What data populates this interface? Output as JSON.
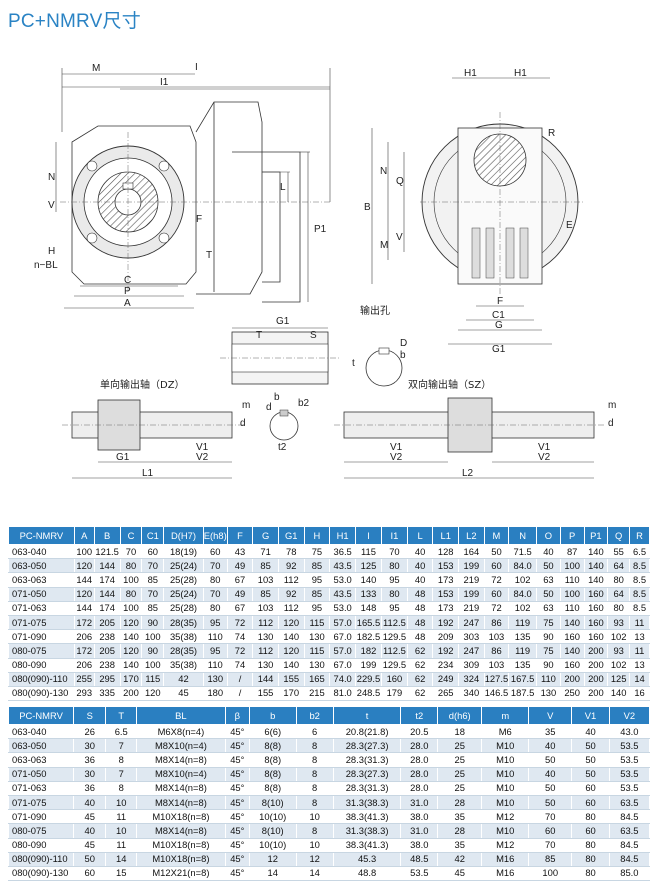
{
  "title": "PC+NMRV尺寸",
  "drawing": {
    "labels": {
      "output_hole": "输出孔",
      "single_shaft": "单向输出轴（DZ）",
      "double_shaft": "双向输出轴（SZ）"
    }
  },
  "table1": {
    "headers": [
      "PC-NMRV",
      "A",
      "B",
      "C",
      "C1",
      "D(H7)",
      "E(h8)",
      "F",
      "G",
      "G1",
      "H",
      "H1",
      "I",
      "I1",
      "L",
      "L1",
      "L2",
      "M",
      "N",
      "O",
      "P",
      "P1",
      "Q",
      "R"
    ],
    "rows": [
      [
        "063-040",
        "100",
        "121.5",
        "70",
        "60",
        "18(19)",
        "60",
        "43",
        "71",
        "78",
        "75",
        "36.5",
        "115",
        "70",
        "40",
        "128",
        "164",
        "50",
        "71.5",
        "40",
        "87",
        "140",
        "55",
        "6.5"
      ],
      [
        "063-050",
        "120",
        "144",
        "80",
        "70",
        "25(24)",
        "70",
        "49",
        "85",
        "92",
        "85",
        "43.5",
        "125",
        "80",
        "40",
        "153",
        "199",
        "60",
        "84.0",
        "50",
        "100",
        "140",
        "64",
        "8.5"
      ],
      [
        "063-063",
        "144",
        "174",
        "100",
        "85",
        "25(28)",
        "80",
        "67",
        "103",
        "112",
        "95",
        "53.0",
        "140",
        "95",
        "40",
        "173",
        "219",
        "72",
        "102",
        "63",
        "110",
        "140",
        "80",
        "8.5"
      ],
      [
        "071-050",
        "120",
        "144",
        "80",
        "70",
        "25(24)",
        "70",
        "49",
        "85",
        "92",
        "85",
        "43.5",
        "133",
        "80",
        "48",
        "153",
        "199",
        "60",
        "84.0",
        "50",
        "100",
        "160",
        "64",
        "8.5"
      ],
      [
        "071-063",
        "144",
        "174",
        "100",
        "85",
        "25(28)",
        "80",
        "67",
        "103",
        "112",
        "95",
        "53.0",
        "148",
        "95",
        "48",
        "173",
        "219",
        "72",
        "102",
        "63",
        "110",
        "160",
        "80",
        "8.5"
      ],
      [
        "071-075",
        "172",
        "205",
        "120",
        "90",
        "28(35)",
        "95",
        "72",
        "112",
        "120",
        "115",
        "57.0",
        "165.5",
        "112.5",
        "48",
        "192",
        "247",
        "86",
        "119",
        "75",
        "140",
        "160",
        "93",
        "11"
      ],
      [
        "071-090",
        "206",
        "238",
        "140",
        "100",
        "35(38)",
        "110",
        "74",
        "130",
        "140",
        "130",
        "67.0",
        "182.5",
        "129.5",
        "48",
        "209",
        "303",
        "103",
        "135",
        "90",
        "160",
        "160",
        "102",
        "13"
      ],
      [
        "080-075",
        "172",
        "205",
        "120",
        "90",
        "28(35)",
        "95",
        "72",
        "112",
        "120",
        "115",
        "57.0",
        "182",
        "112.5",
        "62",
        "192",
        "247",
        "86",
        "119",
        "75",
        "140",
        "200",
        "93",
        "11"
      ],
      [
        "080-090",
        "206",
        "238",
        "140",
        "100",
        "35(38)",
        "110",
        "74",
        "130",
        "140",
        "130",
        "67.0",
        "199",
        "129.5",
        "62",
        "234",
        "309",
        "103",
        "135",
        "90",
        "160",
        "200",
        "102",
        "13"
      ],
      [
        "080(090)-110",
        "255",
        "295",
        "170",
        "115",
        "42",
        "130",
        "/",
        "144",
        "155",
        "165",
        "74.0",
        "229.5",
        "160",
        "62",
        "249",
        "324",
        "127.5",
        "167.5",
        "110",
        "200",
        "200",
        "125",
        "14"
      ],
      [
        "080(090)-130",
        "293",
        "335",
        "200",
        "120",
        "45",
        "180",
        "/",
        "155",
        "170",
        "215",
        "81.0",
        "248.5",
        "179",
        "62",
        "265",
        "340",
        "146.5",
        "187.5",
        "130",
        "250",
        "200",
        "140",
        "16"
      ]
    ]
  },
  "table2": {
    "headers": [
      "PC-NMRV",
      "S",
      "T",
      "BL",
      "β",
      "b",
      "b2",
      "t",
      "t2",
      "d(h6)",
      "m",
      "V",
      "V1",
      "V2"
    ],
    "rows": [
      [
        "063-040",
        "26",
        "6.5",
        "M6X8(n=4)",
        "45°",
        "6(6)",
        "6",
        "20.8(21.8)",
        "20.5",
        "18",
        "M6",
        "35",
        "40",
        "43.0"
      ],
      [
        "063-050",
        "30",
        "7",
        "M8X10(n=4)",
        "45°",
        "8(8)",
        "8",
        "28.3(27.3)",
        "28.0",
        "25",
        "M10",
        "40",
        "50",
        "53.5"
      ],
      [
        "063-063",
        "36",
        "8",
        "M8X14(n=8)",
        "45°",
        "8(8)",
        "8",
        "28.3(31.3)",
        "28.0",
        "25",
        "M10",
        "50",
        "50",
        "53.5"
      ],
      [
        "071-050",
        "30",
        "7",
        "M8X10(n=4)",
        "45°",
        "8(8)",
        "8",
        "28.3(27.3)",
        "28.0",
        "25",
        "M10",
        "40",
        "50",
        "53.5"
      ],
      [
        "071-063",
        "36",
        "8",
        "M8X14(n=8)",
        "45°",
        "8(8)",
        "8",
        "28.3(31.3)",
        "28.0",
        "25",
        "M10",
        "50",
        "60",
        "53.5"
      ],
      [
        "071-075",
        "40",
        "10",
        "M8X14(n=8)",
        "45°",
        "8(10)",
        "8",
        "31.3(38.3)",
        "31.0",
        "28",
        "M10",
        "50",
        "60",
        "63.5"
      ],
      [
        "071-090",
        "45",
        "11",
        "M10X18(n=8)",
        "45°",
        "10(10)",
        "10",
        "38.3(41.3)",
        "38.0",
        "35",
        "M12",
        "70",
        "80",
        "84.5"
      ],
      [
        "080-075",
        "40",
        "10",
        "M8X14(n=8)",
        "45°",
        "8(10)",
        "8",
        "31.3(38.3)",
        "31.0",
        "28",
        "M10",
        "60",
        "60",
        "63.5"
      ],
      [
        "080-090",
        "45",
        "11",
        "M10X18(n=8)",
        "45°",
        "10(10)",
        "10",
        "38.3(41.3)",
        "38.0",
        "35",
        "M12",
        "70",
        "80",
        "84.5"
      ],
      [
        "080(090)-110",
        "50",
        "14",
        "M10X18(n=8)",
        "45°",
        "12",
        "12",
        "45.3",
        "48.5",
        "42",
        "M16",
        "85",
        "80",
        "84.5"
      ],
      [
        "080(090)-130",
        "60",
        "15",
        "M12X21(n=8)",
        "45°",
        "14",
        "14",
        "48.8",
        "53.5",
        "45",
        "M16",
        "100",
        "80",
        "85.0"
      ]
    ]
  }
}
